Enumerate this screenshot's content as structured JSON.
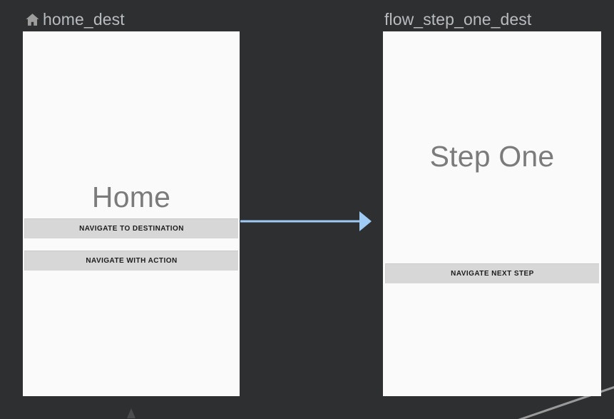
{
  "canvas": {
    "background_color": "#2d2f31",
    "card_background_color": "#fafafa",
    "label_color": "#7b7b7b",
    "title_color": "#b9bcbe",
    "action_arrow_color": "#9fcbf5",
    "inactive_connector_color": "#9a9a9a",
    "button_color": "#d7d7d7"
  },
  "destinations": [
    {
      "id": "home_dest",
      "title": "home_dest",
      "icon": "home-icon",
      "has_icon": true,
      "screen_label": "Home",
      "buttons": [
        {
          "id": "navigate-to-destination",
          "label": "NAVIGATE TO DESTINATION"
        },
        {
          "id": "navigate-with-action",
          "label": "NAVIGATE WITH ACTION"
        }
      ]
    },
    {
      "id": "flow_step_one_dest",
      "title": "flow_step_one_dest",
      "icon": null,
      "has_icon": false,
      "screen_label": "Step One",
      "buttons": [
        {
          "id": "navigate-next-step",
          "label": "NAVIGATE NEXT STEP"
        }
      ]
    }
  ],
  "connectors": [
    {
      "id": "action-home-to-step-one",
      "from": "home_dest",
      "to": "flow_step_one_dest",
      "color": "#9fcbf5",
      "style": "solid-arrow",
      "selected": true
    },
    {
      "id": "connector-offscreen-bottom-right",
      "from": "flow_step_one_dest",
      "to": "",
      "color": "#9a9a9a",
      "style": "solid-line",
      "selected": false
    },
    {
      "id": "connector-offscreen-bottom-left",
      "from": "",
      "to": "home_dest",
      "color": "#8a8a8a",
      "style": "arrow-head",
      "selected": false
    }
  ]
}
